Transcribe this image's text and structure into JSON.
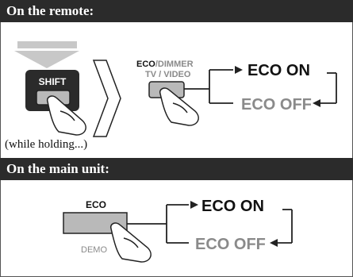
{
  "sections": {
    "remote": {
      "header": "On the remote:",
      "shift_label": "SHIFT",
      "eco_label_prefix": "ECO",
      "eco_label_suffix": "/DIMMER",
      "tv_video_label": "TV / VIDEO",
      "state_on": "ECO ON",
      "state_off": "ECO OFF",
      "note": "(while holding...)"
    },
    "main_unit": {
      "header": "On the main unit:",
      "eco_label": "ECO",
      "demo_label": "DEMO",
      "state_on": "ECO ON",
      "state_off": "ECO OFF"
    }
  },
  "colors": {
    "header_bg": "#2b2b2b",
    "on_text": "#111111",
    "off_text": "#8a8a8a",
    "button_gray": "#b9b9b9",
    "arrow_gray": "#c8c8c8"
  }
}
